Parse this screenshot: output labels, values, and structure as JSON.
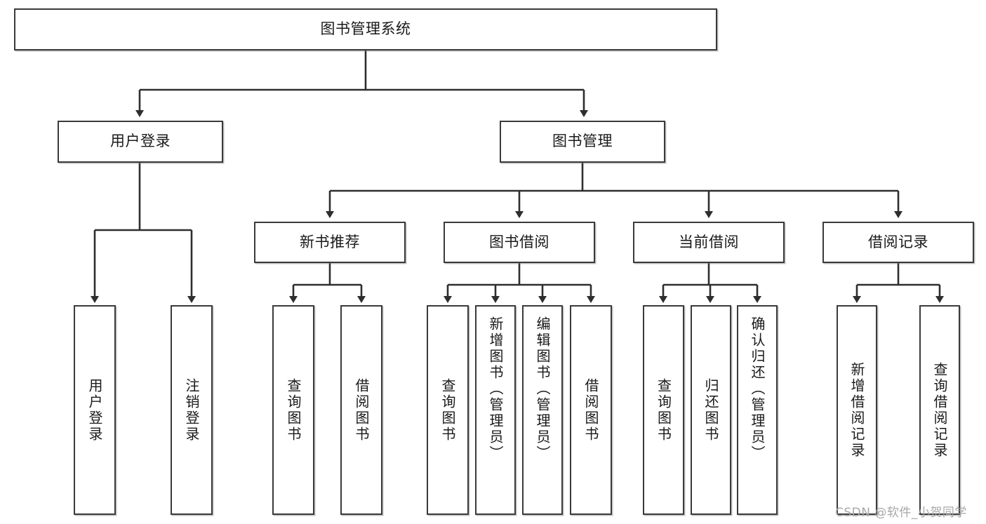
{
  "diagram": {
    "title": "图书管理系统",
    "watermark": "CSDN @软件_小贺同学",
    "colors": {
      "box_border": "#3a3a3a",
      "box_fill": "#ffffff",
      "connector": "#2e2e2e",
      "text": "#1a1a1a",
      "watermark": "#a8a8a8"
    },
    "nodes": {
      "root": "图书管理系统",
      "level1": [
        "用户登录",
        "图书管理"
      ],
      "level2": [
        "新书推荐",
        "图书借阅",
        "当前借阅",
        "借阅记录"
      ],
      "leaves": {
        "user_login": [
          "用户登录",
          "注销登录"
        ],
        "new_book_recommend": [
          "查询图书",
          "借阅图书"
        ],
        "book_borrow": [
          "查询图书",
          "新增图书（管理员）",
          "编辑图书（管理员）",
          "借阅图书"
        ],
        "current_borrow": [
          "查询图书",
          "归还图书",
          "确认归还（管理员）"
        ],
        "borrow_record": [
          "新增借阅记录",
          "查询借阅记录"
        ]
      }
    }
  }
}
